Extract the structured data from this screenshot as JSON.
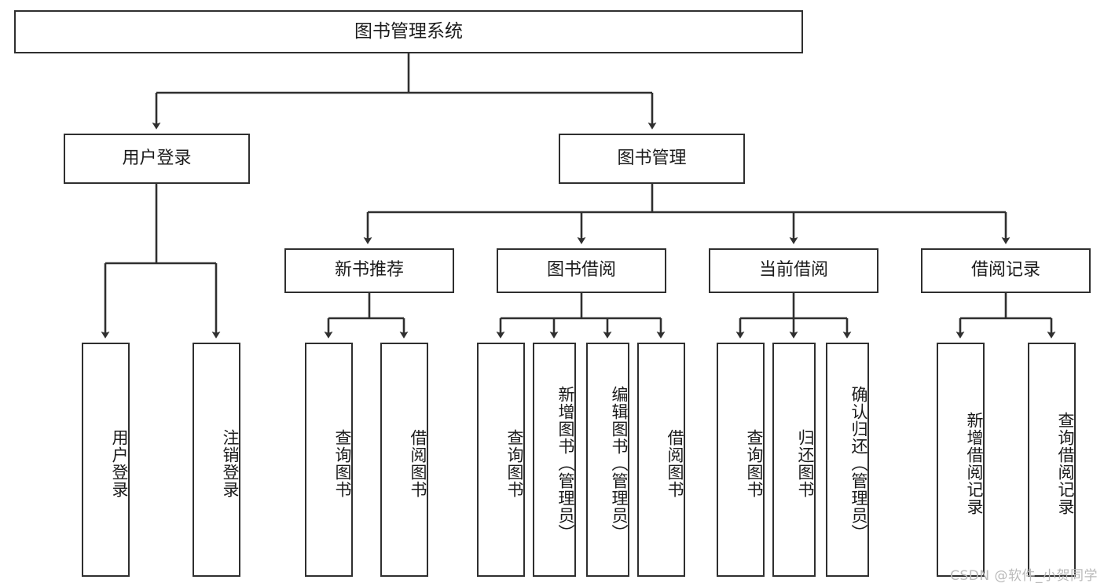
{
  "diagram": {
    "title": "图书管理系统",
    "type": "tree",
    "watermark": "CSDN @软件_小贺同学",
    "colors": {
      "stroke": "#2f2f2f",
      "fill": "#ffffff",
      "text": "#1b1b1b",
      "watermark": "#b9b9b9"
    }
  },
  "nodes": {
    "root": {
      "label": "图书管理系统"
    },
    "level1": [
      {
        "label": "用户登录"
      },
      {
        "label": "图书管理"
      }
    ],
    "level2": [
      {
        "label": "新书推荐"
      },
      {
        "label": "图书借阅"
      },
      {
        "label": "当前借阅"
      },
      {
        "label": "借阅记录"
      }
    ],
    "leaves": {
      "user_login": [
        {
          "label": "用户登录"
        },
        {
          "label": "注销登录"
        }
      ],
      "new_books": [
        {
          "label": "查询图书"
        },
        {
          "label": "借阅图书"
        }
      ],
      "book_borrow": [
        {
          "label": "查询图书"
        },
        {
          "label": "新增图书（管理员）"
        },
        {
          "label": "编辑图书（管理员）"
        },
        {
          "label": "借阅图书"
        }
      ],
      "current_borrow": [
        {
          "label": "查询图书"
        },
        {
          "label": "归还图书"
        },
        {
          "label": "确认归还（管理员）"
        }
      ],
      "borrow_records": [
        {
          "label": "新增借阅记录"
        },
        {
          "label": "查询借阅记录"
        }
      ]
    }
  }
}
